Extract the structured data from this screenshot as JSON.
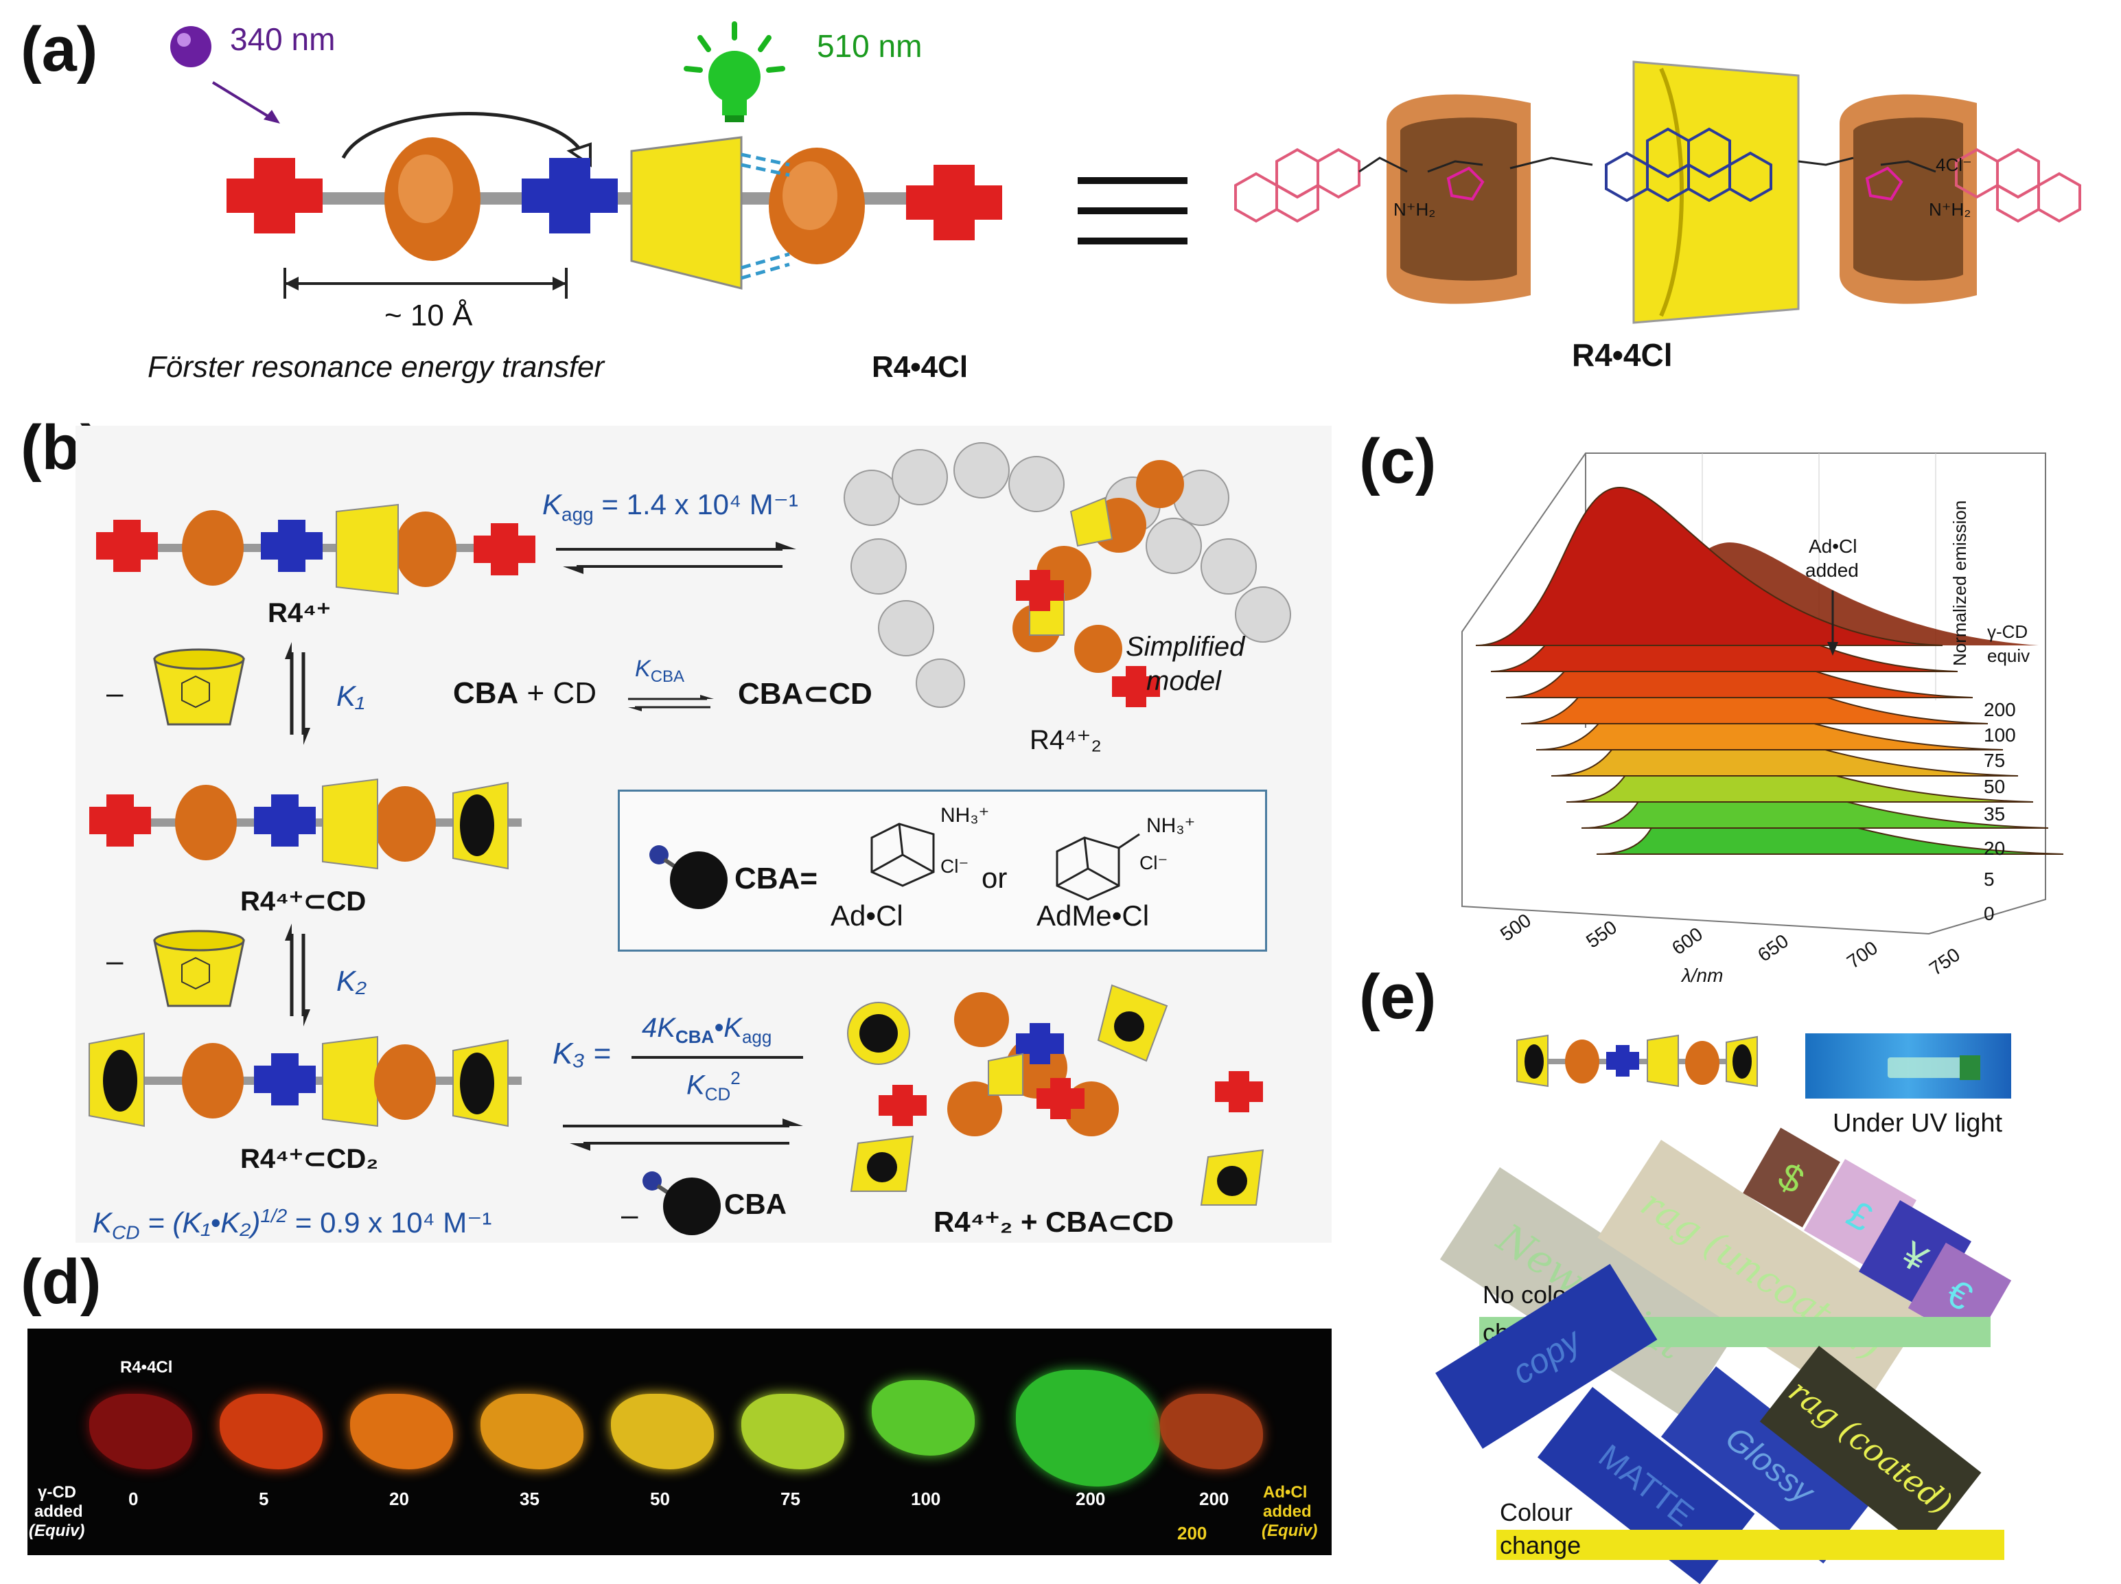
{
  "panels": {
    "a": "(a)",
    "b": "(b)",
    "c": "(c)",
    "d": "(d)",
    "e": "(e)"
  },
  "panel_a": {
    "excitation": "340 nm",
    "emission": "510 nm",
    "distance": "~ 10 Å",
    "fret": "Förster resonance energy transfer",
    "compound_left": "R4•4Cl",
    "compound_right": "R4•4Cl",
    "counterion": "4Cl⁻",
    "nh2_left": "N⁺H₂",
    "nh2_right": "N⁺H₂"
  },
  "panel_b": {
    "kagg": "K",
    "kagg_sub": "agg",
    "kagg_val": " = 1.4 x 10⁴ M⁻¹",
    "r4": "R4⁴⁺",
    "r4_2": "R4⁴⁺₂",
    "simplified": "Simplified",
    "model": "model",
    "k1": "K₁",
    "k2": "K₂",
    "cba_eq_left": "CBA",
    "cba_eq_mid": " + CD",
    "kcba": "K",
    "kcba_sub": "CBA",
    "cba_cd": "CBA⊂CD",
    "r4_cd": "R4⁴⁺⊂CD",
    "r4_cd2": "R4⁴⁺⊂CD₂",
    "cba_def": "CBA=",
    "ad_cl": "Ad•Cl",
    "or": "or",
    "admecl": "AdMe•Cl",
    "nh3": "NH₃⁺",
    "cl": "Cl⁻",
    "k3": "K₃ =",
    "k3_num": "4K",
    "k3_num_sub": "CBA",
    "k3_num2": "•K",
    "k3_num2_sub": "agg",
    "k3_den": "K",
    "k3_den_sub": "CD",
    "k3_den_sup": "2",
    "minus": "–",
    "cba": "CBA",
    "kcd_eq": "K",
    "kcd_sub": "CD",
    "kcd_rest": " = (K₁•K₂)",
    "kcd_sup": "1/2",
    "kcd_val": " = 0.9 x 10⁴ M⁻¹",
    "products": "R4⁴⁺₂ + CBA⊂CD"
  },
  "panel_c": {
    "annotation": "Ad•Cl",
    "annotation2": "added",
    "yaxis": "Normalized emission",
    "gcd": "γ-CD",
    "equiv": "equiv",
    "xlabel": "λ/nm",
    "xticks": [
      "500",
      "550",
      "600",
      "650",
      "700",
      "750"
    ],
    "zticks": [
      "0",
      "5",
      "20",
      "35",
      "50",
      "75",
      "100",
      "200"
    ],
    "zticks_top": "200"
  },
  "panel_d": {
    "first_label": "R4•4Cl",
    "left_label": [
      "γ-CD",
      "added",
      "(Equiv)"
    ],
    "right_label": [
      "Ad•Cl",
      "added",
      "(Equiv)"
    ],
    "values": [
      "0",
      "5",
      "20",
      "35",
      "50",
      "75",
      "100",
      "200",
      "200"
    ],
    "adcl_value": "200",
    "colors": [
      "#8a1010",
      "#e04010",
      "#f07a14",
      "#f0a018",
      "#f0c820",
      "#b8e030",
      "#60d830",
      "#30c830",
      "#b04018"
    ]
  },
  "panel_e": {
    "uv": "Under UV light",
    "no_colour": "No colour",
    "change1": "change",
    "colour": "Colour",
    "change2": "change",
    "papers_top": [
      "Newsprint",
      "rag (uncoated)"
    ],
    "papers_bottom": [
      "copy",
      "MATTE",
      "Glossy",
      "rag (coated)"
    ],
    "currency": [
      "$",
      "£",
      "¥",
      "€"
    ]
  }
}
